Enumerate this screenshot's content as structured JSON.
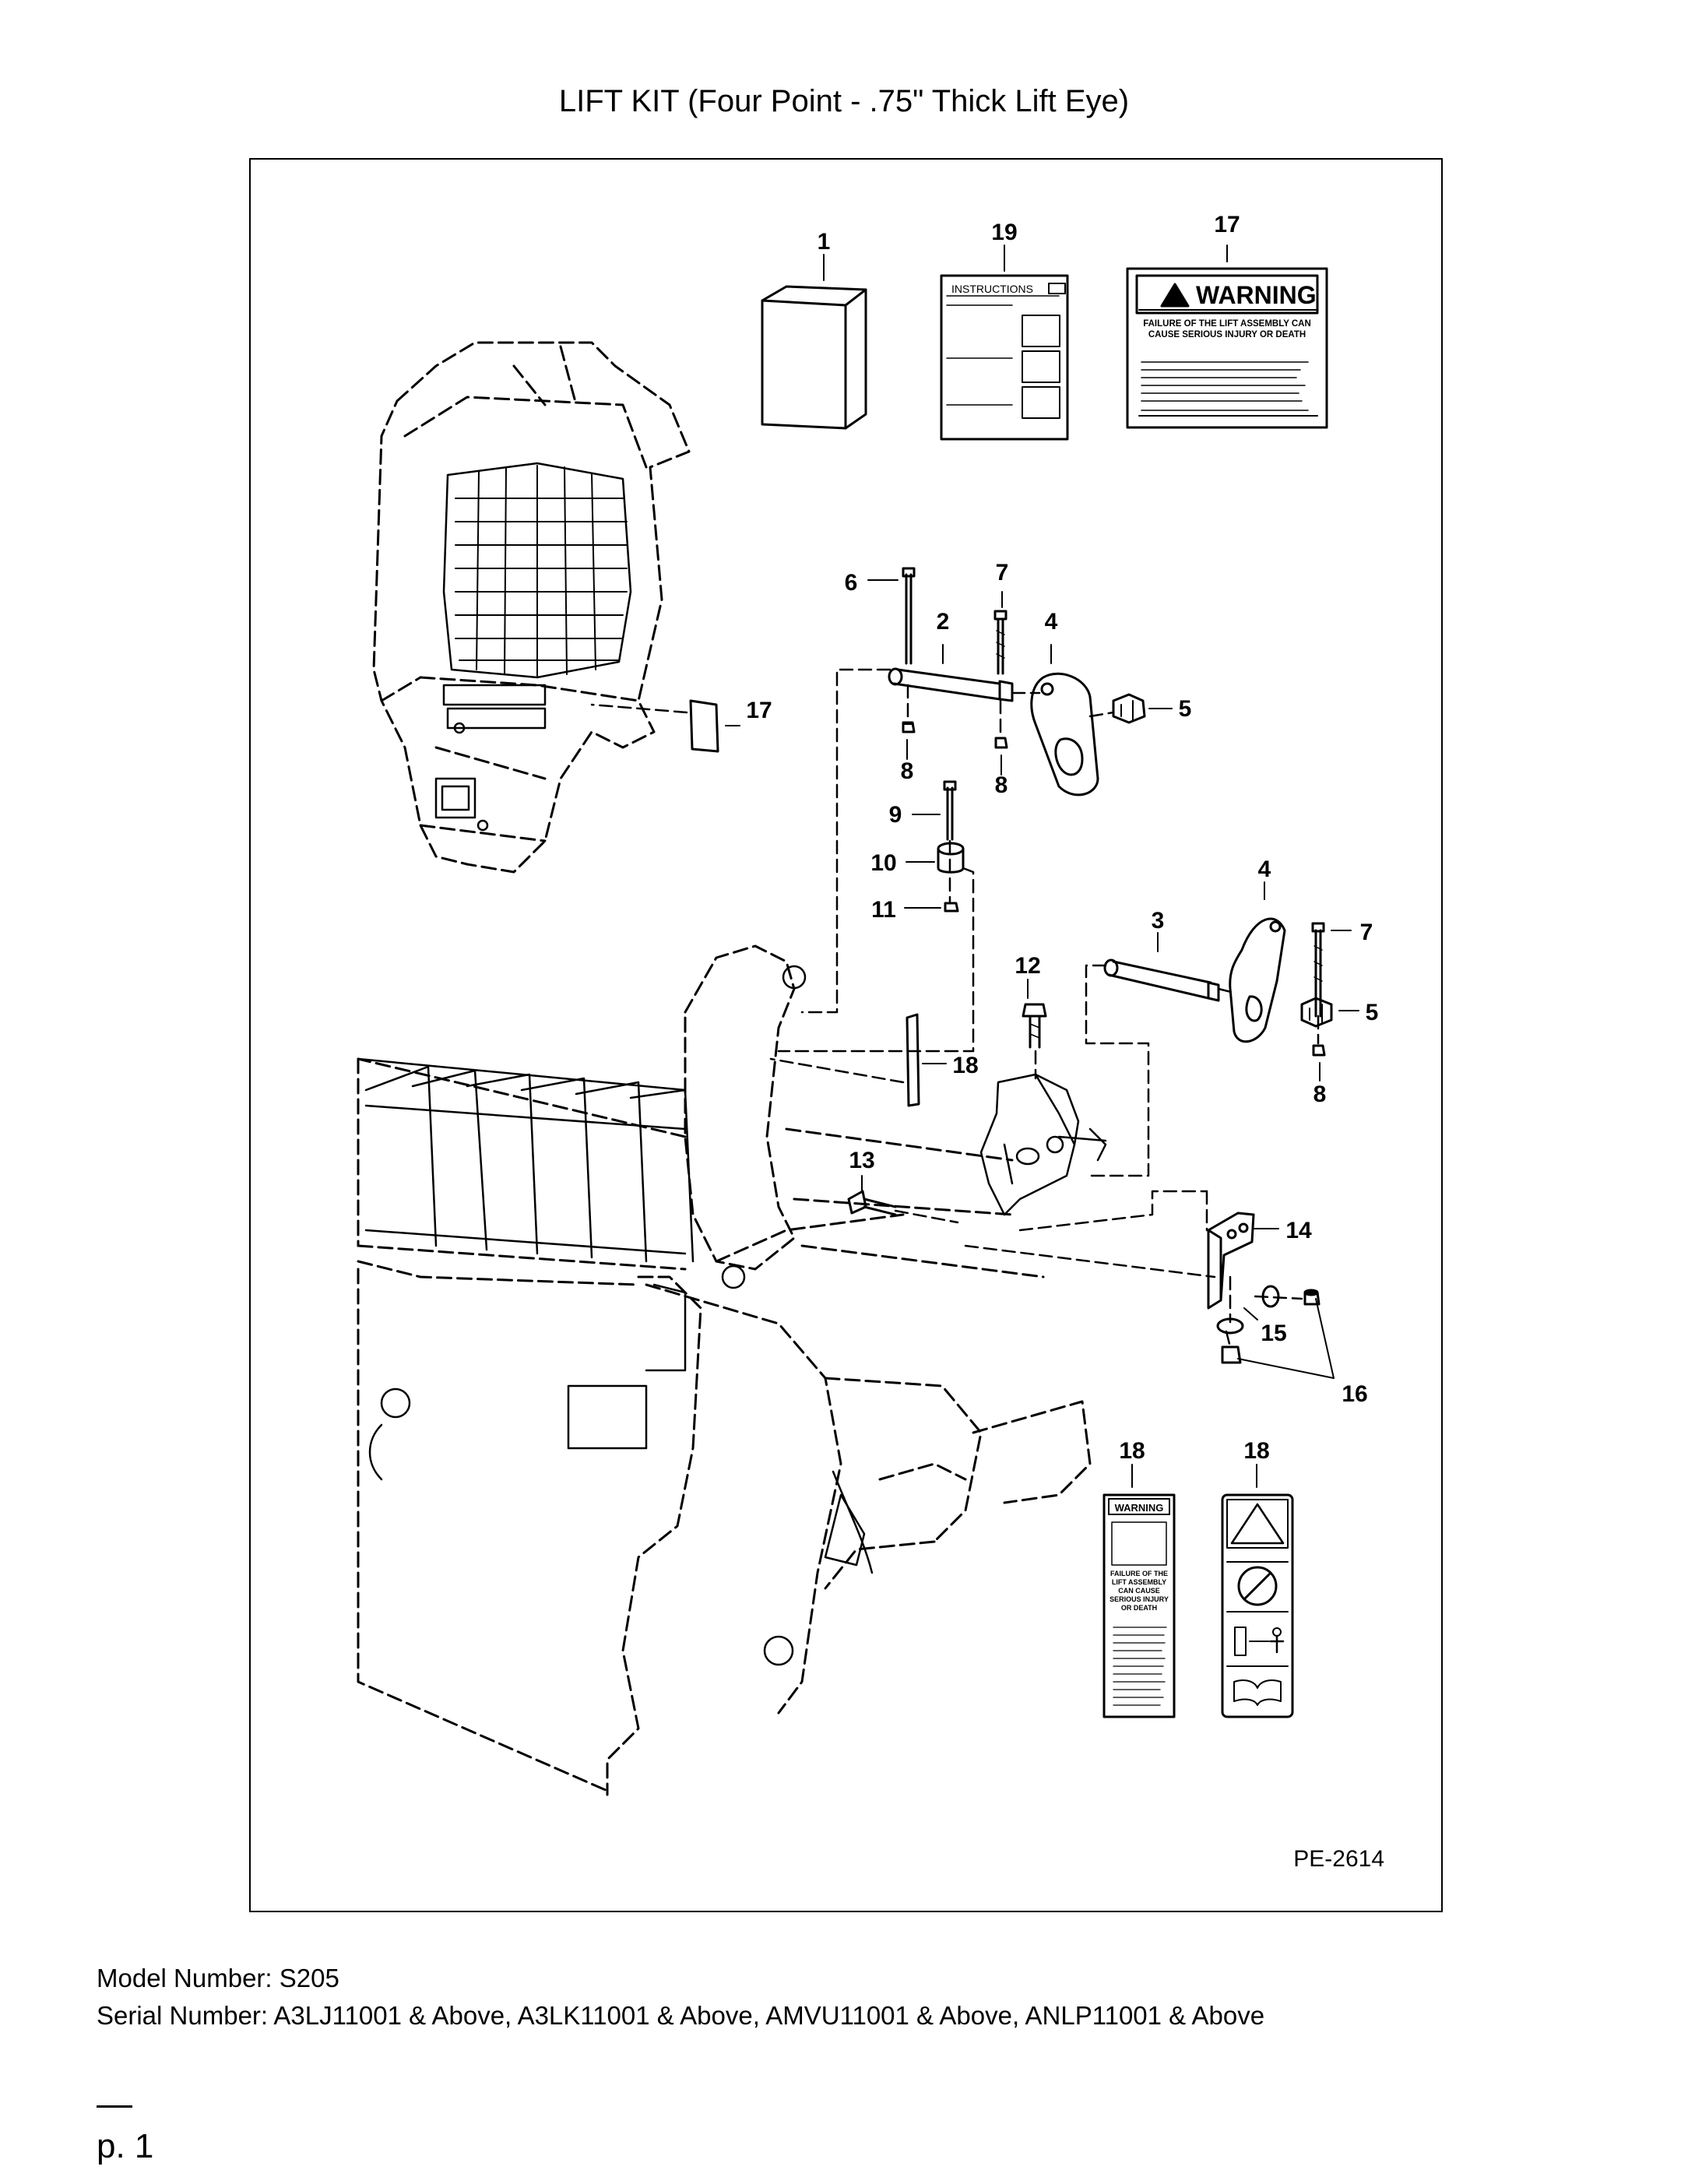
{
  "page": {
    "title": "LIFT KIT (Four Point - .75\" Thick Lift Eye)",
    "drawing_number": "PE-2614",
    "model_line": "Model Number: S205",
    "serial_line": "Serial Number: A3LJ11001 & Above, A3LK11001 & Above, AMVU11001 & Above, ANLP11001 & Above",
    "page_number": "p. 1"
  },
  "callouts": {
    "c1": "1",
    "c19": "19",
    "c17a": "17",
    "c17b": "17",
    "c6": "6",
    "c7a": "7",
    "c2": "2",
    "c4a": "4",
    "c5a": "5",
    "c8a": "8",
    "c8b": "8",
    "c9": "9",
    "c10": "10",
    "c11": "11",
    "c4b": "4",
    "c3": "3",
    "c7b": "7",
    "c12": "12",
    "c5b": "5",
    "c8c": "8",
    "c18a": "18",
    "c13": "13",
    "c14": "14",
    "c15": "15",
    "c16": "16",
    "c18b": "18",
    "c18c": "18"
  },
  "decals": {
    "instructions_label": "INSTRUCTIONS",
    "warning_header": "WARNING",
    "warning_line1": "FAILURE OF THE LIFT ASSEMBLY CAN",
    "warning_line2": "CAUSE SERIOUS INJURY OR DEATH",
    "small_warning_header": "WARNING",
    "small_warning_body": [
      "FAILURE OF THE",
      "LIFT ASSEMBLY",
      "CAN CAUSE",
      "SERIOUS INJURY",
      "OR DEATH"
    ]
  }
}
